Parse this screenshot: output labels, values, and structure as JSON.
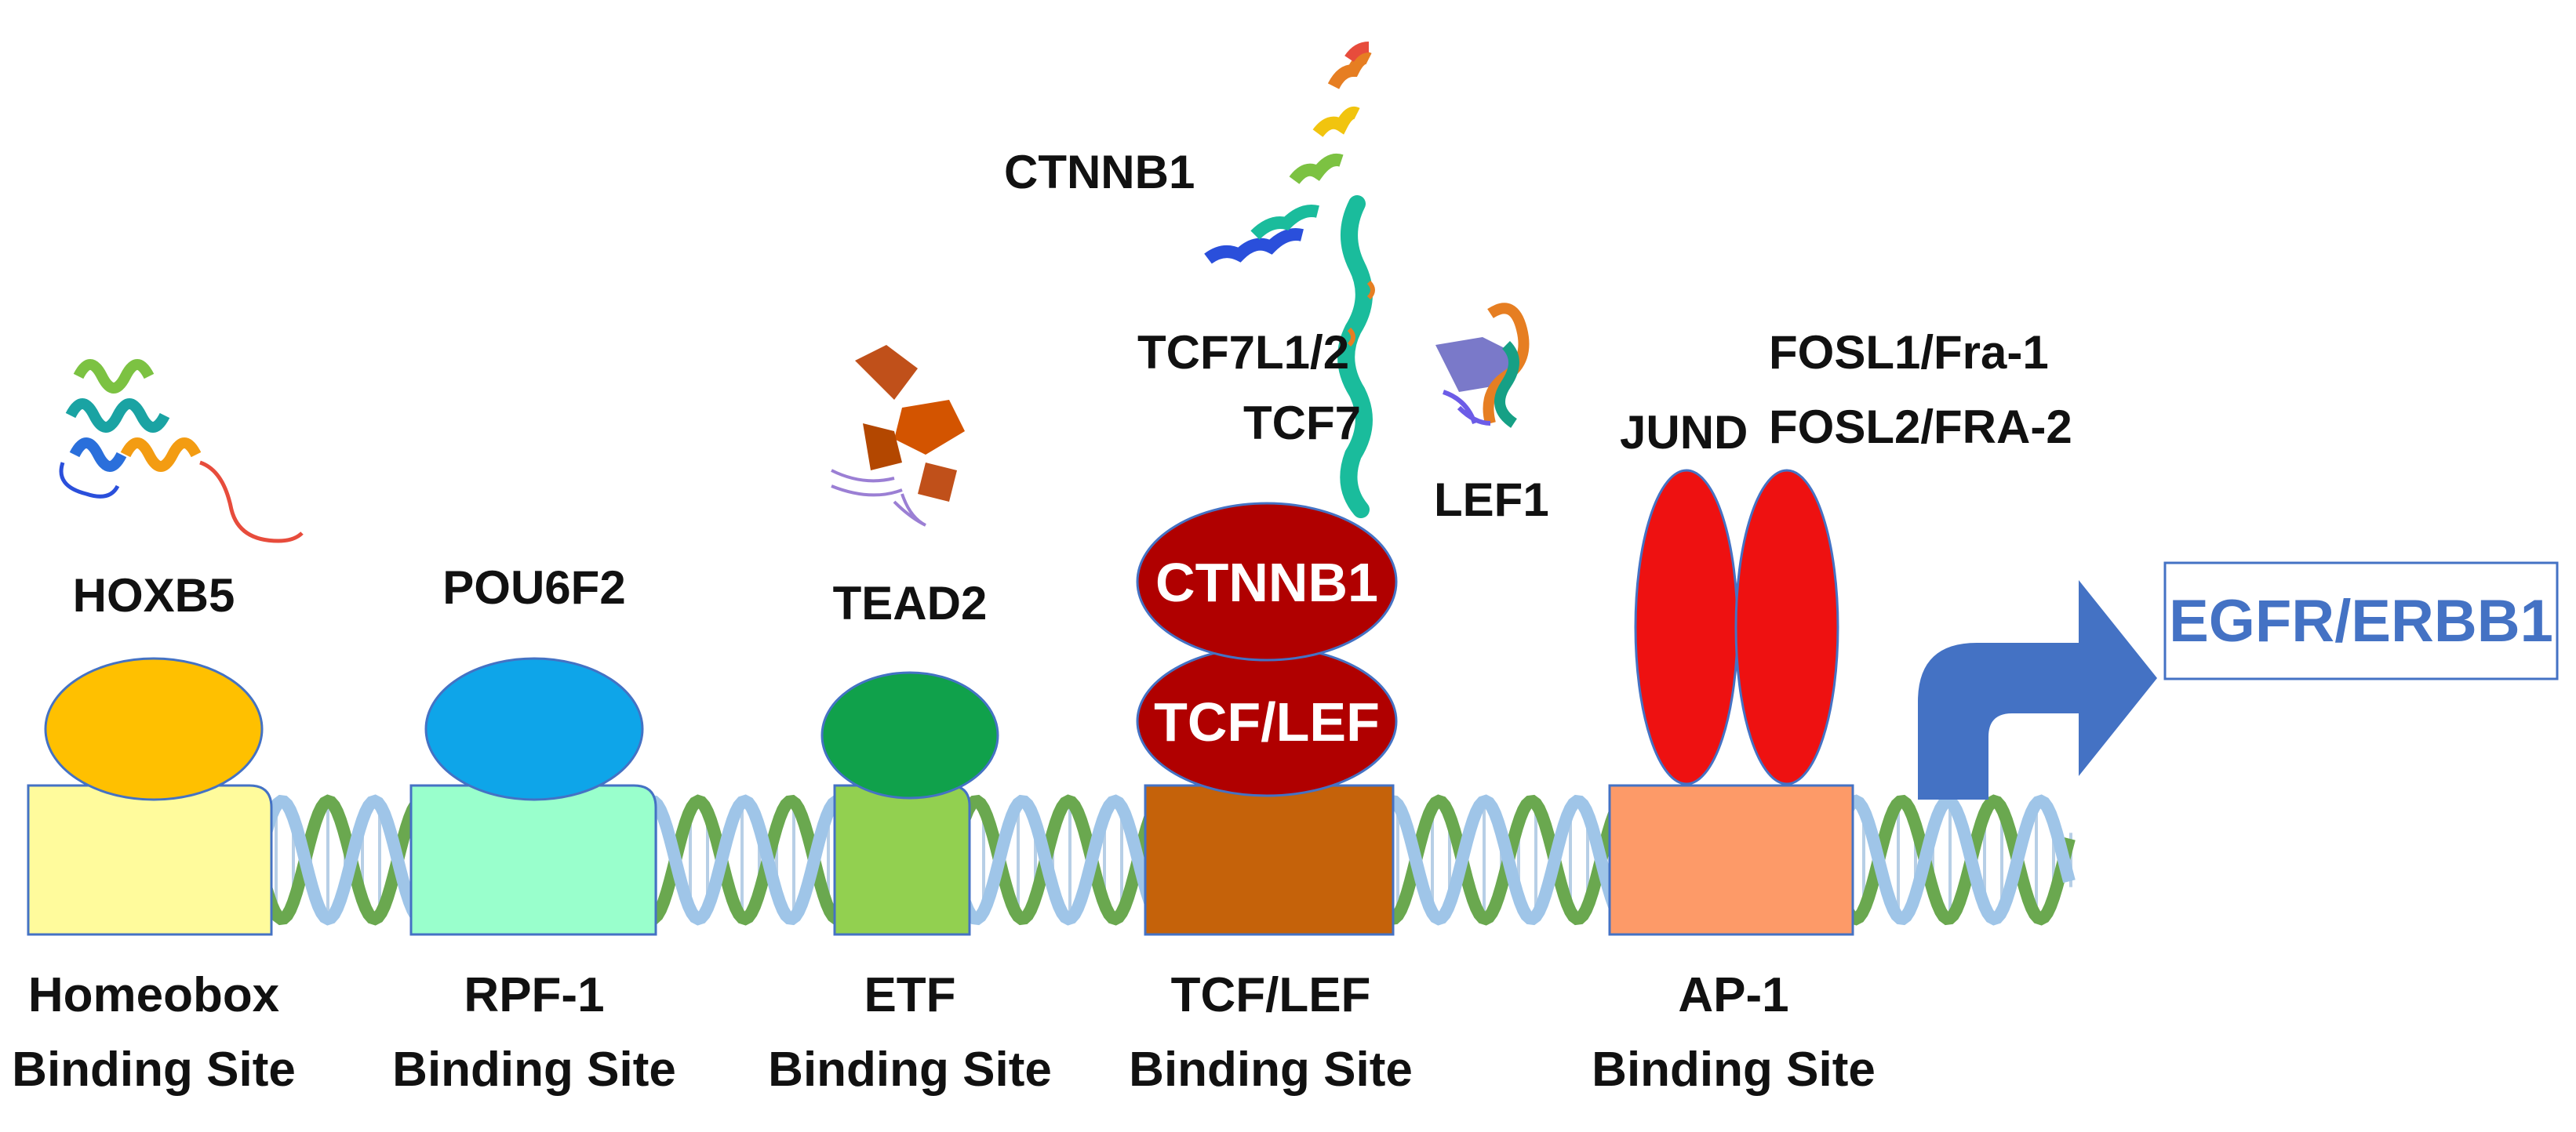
{
  "binding_sites": [
    {
      "line1": "Homeobox",
      "line2": "Binding Site",
      "color": "#fffb9c"
    },
    {
      "line1": "RPF-1",
      "line2": "Binding Site",
      "color": "#99ffcc"
    },
    {
      "line1": "ETF",
      "line2": "Binding Site",
      "color": "#92d050"
    },
    {
      "line1": "TCF/LEF",
      "line2": "Binding Site",
      "color": "#c5620a"
    },
    {
      "line1": "AP-1",
      "line2": "Binding Site",
      "color": "#fd9a68"
    }
  ],
  "transcription_factors": [
    {
      "label": "HOXB5",
      "color": "#ffc000",
      "structure": "helical-protein-structure"
    },
    {
      "label": "POU6F2",
      "color": "#0ea5e9"
    },
    {
      "label": "TEAD2",
      "color": "#10a14b",
      "structure": "tead2-protein-structure"
    },
    {
      "label": "TCF/LEF",
      "color": "#b00000"
    },
    {
      "label": "CTNNB1",
      "color": "#b00000"
    }
  ],
  "structure_labels": {
    "ctnnb1": "CTNNB1",
    "tcf7l12": "TCF7L1/2",
    "tcf7": "TCF7",
    "lef1": "LEF1"
  },
  "ap1": {
    "jund": "JUND",
    "fosl1": "FOSL1/Fra-1",
    "fosl2": "FOSL2/FRA-2",
    "color": "#ee1111"
  },
  "target_gene": {
    "label": "EGFR/ERBB1",
    "color": "#4472c4",
    "arrow_color": "#4472c4"
  },
  "dna": {
    "strand_colors": [
      "#6aa84f",
      "#9fc5e8"
    ]
  }
}
